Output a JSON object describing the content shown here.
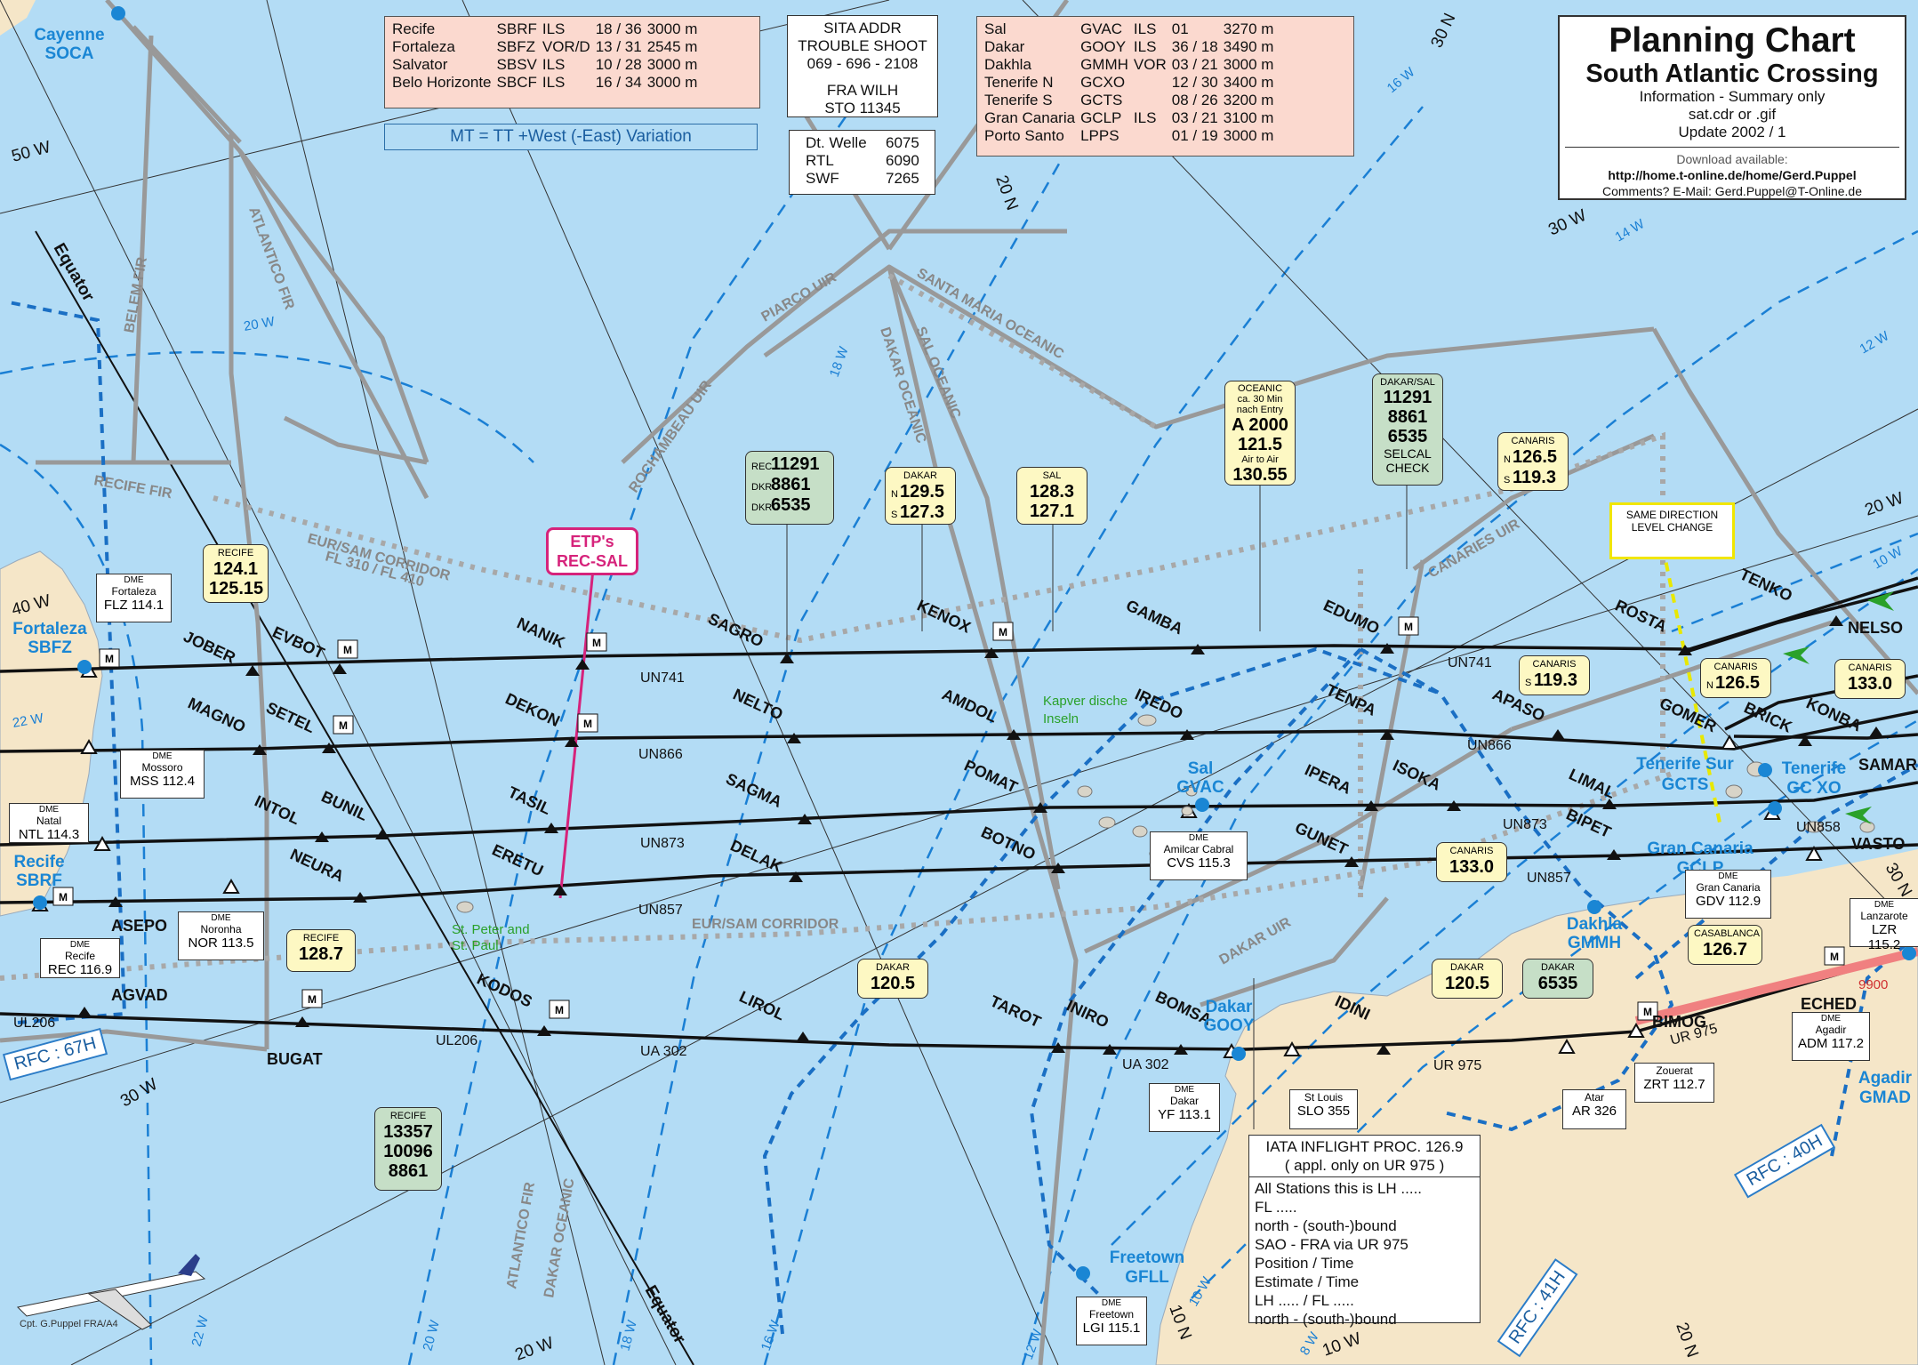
{
  "title_block": {
    "title": "Planning Chart",
    "subtitle": "South Atlantic Crossing",
    "line1": "Information - Summary only",
    "line2": "sat.cdr or .gif",
    "line3": "Update 2002 / 1",
    "download_label": "Download available:",
    "url": "http://home.t-online.de/home/Gerd.Puppel",
    "comments": "Comments?  E-Mail:  Gerd.Puppel@T-Online.de"
  },
  "airports_south": [
    {
      "name": "Recife",
      "icao": "SBRF",
      "approach": "ILS",
      "runway": "18 / 36",
      "length": "3000 m"
    },
    {
      "name": "Fortaleza",
      "icao": "SBFZ",
      "approach": "VOR/D",
      "runway": "13 / 31",
      "length": "2545 m"
    },
    {
      "name": "Salvator",
      "icao": "SBSV",
      "approach": "ILS",
      "runway": "10 / 28",
      "length": "3000 m"
    },
    {
      "name": "Belo Horizonte",
      "icao": "SBCF",
      "approach": "ILS",
      "runway": "16 / 34",
      "length": "3000 m"
    }
  ],
  "airports_north": [
    {
      "name": "Sal",
      "icao": "GVAC",
      "approach": "ILS",
      "runway": "01",
      "length": "3270 m"
    },
    {
      "name": "Dakar",
      "icao": "GOOY",
      "approach": "ILS",
      "runway": "36 / 18",
      "length": "3490 m"
    },
    {
      "name": "Dakhla",
      "icao": "GMMH",
      "approach": "VOR",
      "runway": "03 / 21",
      "length": "3000 m"
    },
    {
      "name": "Tenerife N",
      "icao": "GCXO",
      "approach": "",
      "runway": "12 / 30",
      "length": "3400 m"
    },
    {
      "name": "Tenerife S",
      "icao": "GCTS",
      "approach": "",
      "runway": "08 / 26",
      "length": "3200 m"
    },
    {
      "name": "Gran Canaria",
      "icao": "GCLP",
      "approach": "ILS",
      "runway": "03 / 21",
      "length": "3100 m"
    },
    {
      "name": "Porto Santo",
      "icao": "LPPS",
      "approach": "",
      "runway": "01 / 19",
      "length": "3000 m"
    }
  ],
  "sita_box": {
    "line1": "SITA ADDR",
    "line2": "TROUBLE SHOOT",
    "line3": "069 - 696 - 2108",
    "line4": "FRA WILH",
    "line5": "STO 11345"
  },
  "radio_box": [
    {
      "name": "Dt. Welle",
      "freq": "6075"
    },
    {
      "name": "RTL",
      "freq": "6090"
    },
    {
      "name": "SWF",
      "freq": "7265"
    }
  ],
  "variation_note": "MT = TT +West (-East) Variation",
  "freq_boxes": {
    "recife_1": {
      "label": "RECIFE",
      "v1": "124.1",
      "v2": "125.15"
    },
    "recife_2": {
      "label": "RECIFE",
      "v1": "128.7"
    },
    "recife_hf": {
      "label": "RECIFE",
      "v1": "13357",
      "v2": "10096",
      "v3": "8861"
    },
    "rec_dkr": {
      "l1": "REC",
      "l2": "DKR",
      "v1": "11291",
      "v2": "8861",
      "l3": "DKR",
      "v3": "6535"
    },
    "dakar_ns": {
      "label": "DAKAR",
      "n": "N",
      "v1": "129.5",
      "s": "S",
      "v2": "127.3"
    },
    "sal": {
      "label": "SAL",
      "v1": "128.3",
      "v2": "127.1"
    },
    "oceanic": {
      "l1": "OCEANIC",
      "l2": "ca. 30 Min",
      "l3": "nach Entry",
      "v1": "A 2000",
      "v2": "121.5",
      "l4": "Air to Air",
      "v3": "130.55"
    },
    "dakar_sal": {
      "label": "DAKAR/SAL",
      "v1": "11291",
      "v2": "8861",
      "v3": "6535",
      "l2": "SELCAL",
      "l3": "CHECK"
    },
    "canaris_ns": {
      "label": "CANARIS",
      "n": "N",
      "v1": "126.5",
      "s": "S",
      "v2": "119.3"
    },
    "canaris_s": {
      "label": "CANARIS",
      "s": "S",
      "v1": "119.3"
    },
    "canaris_n": {
      "label": "CANARIS",
      "n": "N",
      "v1": "126.5"
    },
    "canaris_133a": {
      "label": "CANARIS",
      "v1": "133.0"
    },
    "canaris_133b": {
      "label": "CANARIS",
      "v1": "133.0"
    },
    "dakar_120a": {
      "label": "DAKAR",
      "v1": "120.5"
    },
    "dakar_120b": {
      "label": "DAKAR",
      "v1": "120.5"
    },
    "dakar_6535": {
      "label": "DAKAR",
      "v1": "6535"
    },
    "casablanca": {
      "label": "CASABLANCA",
      "v1": "126.7"
    }
  },
  "etp_label": {
    "l1": "ETP's",
    "l2": "REC-SAL"
  },
  "same_direction": {
    "l1": "SAME DIRECTION",
    "l2": "LEVEL CHANGE"
  },
  "dme_stations": [
    {
      "key": "fortaleza",
      "type": "DME",
      "name": "Fortaleza",
      "id": "FLZ 114.1"
    },
    {
      "key": "mossoro",
      "type": "DME",
      "name": "Mossoro",
      "id": "MSS 112.4"
    },
    {
      "key": "natal",
      "type": "DME",
      "name": "Natal",
      "id": "NTL 114.3"
    },
    {
      "key": "recife",
      "type": "DME",
      "name": "Recife",
      "id": "REC 116.9"
    },
    {
      "key": "noronha",
      "type": "DME",
      "name": "Noronha",
      "id": "NOR 113.5"
    },
    {
      "key": "amilcar",
      "type": "DME",
      "name": "Amilcar Cabral",
      "id": "CVS 115.3"
    },
    {
      "key": "dakar",
      "type": "DME",
      "name": "Dakar",
      "id": "YF 113.1"
    },
    {
      "key": "stlouis",
      "type": "",
      "name": "St Louis",
      "id": "SLO 355"
    },
    {
      "key": "atar",
      "type": "",
      "name": "Atar",
      "id": "AR 326"
    },
    {
      "key": "zouerat",
      "type": "",
      "name": "Zouerat",
      "id": "ZRT 112.7"
    },
    {
      "key": "agadir",
      "type": "DME",
      "name": "Agadir",
      "id": "ADM 117.2"
    },
    {
      "key": "grancanaria",
      "type": "DME",
      "name": "Gran Canaria",
      "id": "GDV 112.9"
    },
    {
      "key": "lanzarote",
      "type": "DME",
      "name": "Lanzarote",
      "id": "LZR 115.2"
    },
    {
      "key": "freetown",
      "type": "DME",
      "name": "Freetown",
      "id": "LGI 115.1"
    }
  ],
  "iata_box": {
    "head1": "IATA INFLIGHT PROC. 126.9",
    "head2": "( appl. only on UR 975 )",
    "lines": [
      "All Stations this is LH .....",
      "FL .....",
      "north - (south-)bound",
      "SAO - FRA via UR 975",
      "Position / Time",
      "Estimate / Time",
      "LH ..... / FL .....",
      "north - (south-)bound"
    ]
  },
  "rfc": {
    "r1": "RFC : 67H",
    "r2": "RFC : 40H",
    "r3": "RFC : 41H"
  },
  "credit": "Cpt. G.Puppel FRA/A4",
  "airport_labels": [
    {
      "key": "cayenne",
      "l1": "Cayenne",
      "l2": "SOCA"
    },
    {
      "key": "fortaleza",
      "l1": "Fortaleza",
      "l2": "SBFZ"
    },
    {
      "key": "recife",
      "l1": "Recife",
      "l2": "SBRF"
    },
    {
      "key": "sal",
      "l1": "Sal",
      "l2": "GVAC"
    },
    {
      "key": "dakar",
      "l1": "Dakar",
      "l2": "GOOY"
    },
    {
      "key": "dakhla",
      "l1": "Dakhla",
      "l2": "GMMH"
    },
    {
      "key": "tenerifesur",
      "l1": "Tenerife Sur",
      "l2": "GCTS"
    },
    {
      "key": "tenerife",
      "l1": "Tenerife",
      "l2": "GC XO"
    },
    {
      "key": "grancanaria",
      "l1": "Gran Canaria",
      "l2": "GCLP"
    },
    {
      "key": "agadir",
      "l1": "Agadir",
      "l2": "GMAD"
    },
    {
      "key": "freetown",
      "l1": "Freetown",
      "l2": "GFLL"
    }
  ],
  "waypoints": [
    "JOBER",
    "EVBOT",
    "NANIK",
    "SAGRO",
    "KENOX",
    "GAMBA",
    "EDUMO",
    "ROSTA",
    "TENKO",
    "NELSO",
    "MAGNO",
    "SETEL",
    "DEKON",
    "NELTO",
    "AMDOL",
    "IREDO",
    "TENPA",
    "APASO",
    "GOMER",
    "BRICK",
    "KONBA",
    "SAMAR",
    "INTOL",
    "BUNIL",
    "TASIL",
    "SAGMA",
    "POMAT",
    "IPERA",
    "ISOKA",
    "LIMAL",
    "BIPET",
    "VASTO",
    "NEURA",
    "ERETU",
    "DELAK",
    "BOTNO",
    "GUNET",
    "ASEPO",
    "AGVAD",
    "BUGAT",
    "KODOS",
    "LIROL",
    "TAROT",
    "INIRO",
    "BOMSA",
    "IDINI",
    "BIMOG",
    "ECHED"
  ],
  "airways": [
    "UN741",
    "UN866",
    "UN873",
    "UN857",
    "UL206",
    "UA 302",
    "UR 975",
    "UN858"
  ],
  "fir_labels": [
    "BELEM FIR",
    "ATLANTICO FIR",
    "PIARCO UIR",
    "ROCHAMBEAU UIR",
    "DAKAR OCEANIC",
    "SAL OCEANIC",
    "SANTA MARIA OCEANIC",
    "RECIFE FIR",
    "CANARIES UIR",
    "DAKAR UIR"
  ],
  "corridor": {
    "l1": "EUR/SAM CORRIDOR",
    "l2": "FL 310 / FL 410",
    "l3": "EUR/SAM CORRIDOR"
  },
  "lat_lon_labels": [
    "50 W",
    "40 W",
    "30 W",
    "20 W",
    "10 W",
    "30 N",
    "20 N",
    "10 N",
    "Equator"
  ],
  "variation_labels": [
    "22 W",
    "20 W",
    "18 W",
    "16 W",
    "14 W",
    "12 W",
    "10 W",
    "8 W"
  ],
  "places": [
    {
      "key": "kapverde",
      "l1": "Kapver dische",
      "l2": "Inseln"
    },
    {
      "key": "stpeter",
      "l1": "St. Peter and",
      "l2": "St. Paul"
    }
  ],
  "misc": {
    "altitude": "9900",
    "m": "M"
  },
  "colors": {
    "ocean": "#b3dcf5",
    "land": "#f5e6c8",
    "fir": "#999999",
    "route": "#111111",
    "variation": "#1a7fd4",
    "airport_text": "#1a86d4",
    "freq_yellow": "#fdf8c3",
    "freq_green": "#c6dfc7"
  }
}
